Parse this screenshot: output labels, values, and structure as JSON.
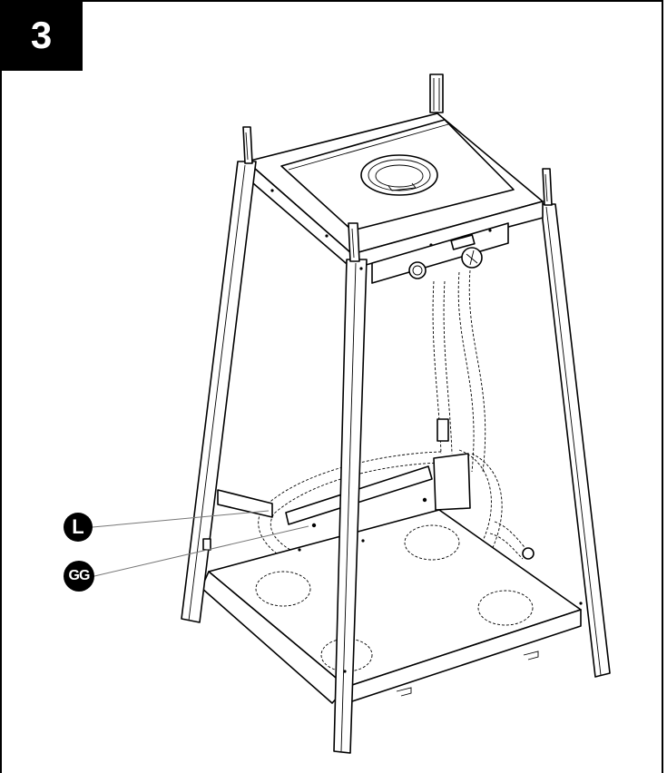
{
  "step": {
    "number": "3"
  },
  "callouts": {
    "part_l": "L",
    "part_gg": "GG"
  },
  "icons": {
    "step_badge": "step-number-badge",
    "part_callout": "filled-circle-label"
  },
  "colors": {
    "ink": "#000000",
    "paper": "#ffffff",
    "leader": "#777777"
  }
}
